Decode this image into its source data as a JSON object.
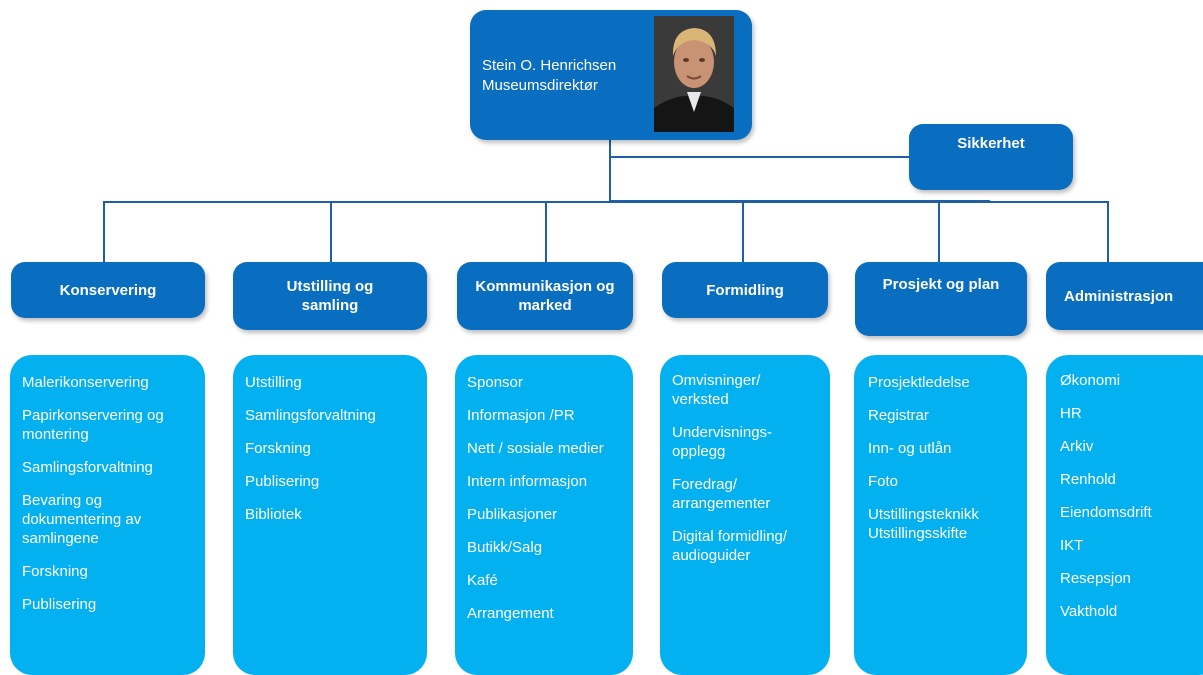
{
  "director": {
    "name": "Stein O. Henrichsen",
    "title": "Museumsdirektør"
  },
  "security": {
    "label": "Sikkerhet"
  },
  "departments": [
    {
      "label": "Konservering",
      "items": [
        "Malerikonservering",
        "Papirkonservering og montering",
        "Samlingsforvaltning",
        "Bevaring og dokumentering av samlingene",
        "Forskning",
        "Publisering"
      ]
    },
    {
      "label": "Utstilling og samling",
      "items": [
        "Utstilling",
        "Samlingsforvaltning",
        "Forskning",
        "Publisering",
        "Bibliotek"
      ]
    },
    {
      "label": "Kommunikasjon og marked",
      "items": [
        "Sponsor",
        "Informasjon /PR",
        "Nett / sosiale medier",
        "Intern informasjon",
        "Publikasjoner",
        "Butikk/Salg",
        "Kafé",
        "Arrangement"
      ]
    },
    {
      "label": "Formidling",
      "items": [
        "Omvisninger/ verksted",
        "Undervisnings-opplegg",
        "Foredrag/ arrangementer",
        "Digital formidling/ audioguider"
      ]
    },
    {
      "label": "Prosjekt og plan",
      "items": [
        "Prosjektledelse",
        "Registrar",
        "Inn- og utlån",
        "Foto",
        "Utstillingsteknikk Utstillingsskifte"
      ]
    },
    {
      "label": "Administrasjon",
      "items": [
        "Økonomi",
        "HR",
        "Arkiv",
        "Renhold",
        "Eiendomsdrift",
        "IKT",
        "Resepsjon",
        "Vakthold"
      ]
    }
  ],
  "colors": {
    "header_box": "#0a6ec0",
    "panel": "#03b0f0",
    "connector": "#1f5fa3"
  }
}
